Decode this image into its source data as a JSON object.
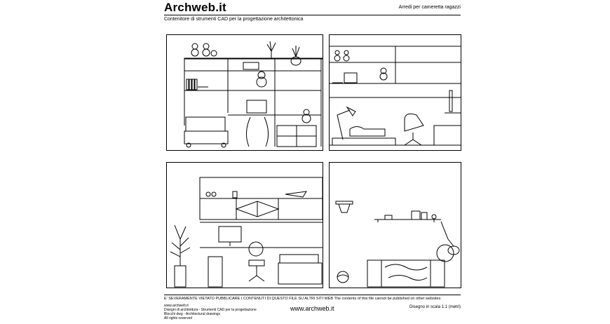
{
  "header": {
    "brand": "Archweb.it",
    "subtitle": "Arredi per cameretta ragazzi",
    "tagline": "Contenitore di strumenti CAD per la progettazione architettonica"
  },
  "notice": "E' SEVERAMENTE VIETATO PUBBLICARE I CONTENUTI DI QUESTO FILE SU ALTRI SITI WEB   The contents of this file cannot be published on other websites",
  "footer": {
    "left_lines": [
      "www.archweb.it",
      "Disegni di architettura - Strumenti CAD per la progettazione",
      "Blocchi dwg - Architectural drawings",
      "All rights reserved"
    ],
    "center": "www.archweb.it",
    "right": "Disegno in scala 1:1 (metri)"
  },
  "drawings": [
    {
      "view": "elevation-1",
      "icon": "bedroom-elevation-shelves-desk-bed"
    },
    {
      "view": "elevation-2",
      "icon": "bedroom-elevation-bed-lamp-chair"
    },
    {
      "view": "elevation-3",
      "icon": "bedroom-elevation-plant-desk-shelves"
    },
    {
      "view": "elevation-4",
      "icon": "bedroom-elevation-basket-sofa"
    }
  ]
}
